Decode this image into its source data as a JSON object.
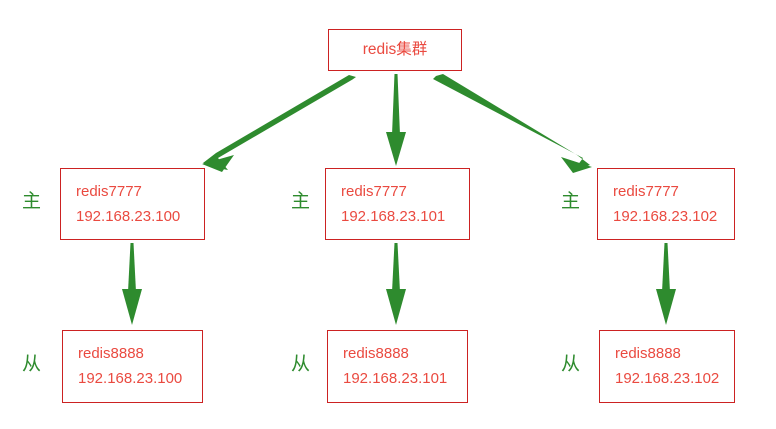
{
  "diagram": {
    "title_box": {
      "label": "redis集群"
    },
    "role_labels": {
      "master": "主",
      "slave": "从"
    },
    "colors": {
      "box_border": "#cc2222",
      "text_red": "#ea4a40",
      "arrow_green": "#2e8b2e",
      "label_green": "#2e8b2e",
      "background": "#ffffff"
    },
    "columns": [
      {
        "master": {
          "role": "主",
          "service": "redis7777",
          "ip": "192.168.23.100"
        },
        "slave": {
          "role": "从",
          "service": "redis8888",
          "ip": "192.168.23.100"
        }
      },
      {
        "master": {
          "role": "主",
          "service": "redis7777",
          "ip": "192.168.23.101"
        },
        "slave": {
          "role": "从",
          "service": "redis8888",
          "ip": "192.168.23.101"
        }
      },
      {
        "master": {
          "role": "主",
          "service": "redis7777",
          "ip": "192.168.23.102"
        },
        "slave": {
          "role": "从",
          "service": "redis8888",
          "ip": "192.168.23.102"
        }
      }
    ]
  }
}
